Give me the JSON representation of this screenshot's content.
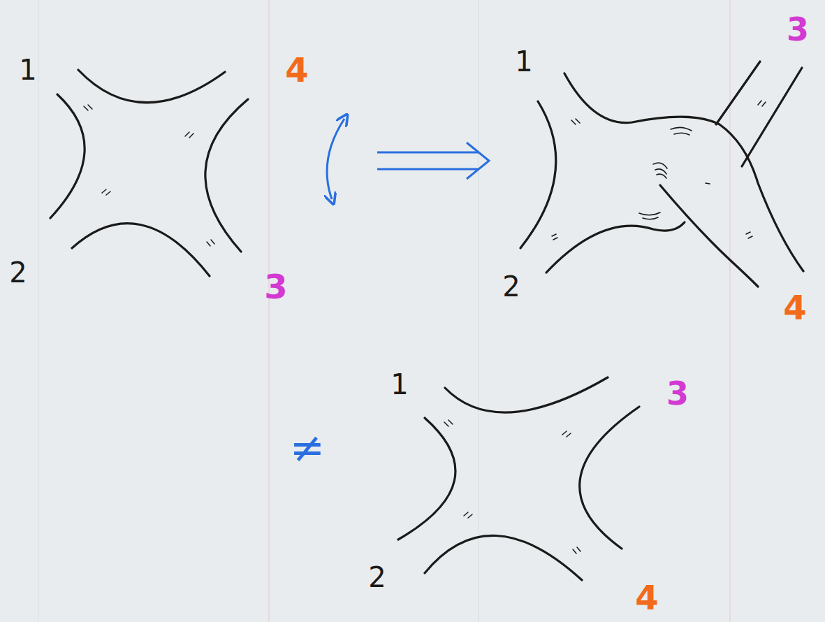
{
  "diagram": {
    "labels": [
      "1",
      "4",
      "2",
      "3",
      "3",
      "1",
      "2",
      "4",
      "≠",
      "1",
      "3",
      "2",
      "4"
    ]
  }
}
